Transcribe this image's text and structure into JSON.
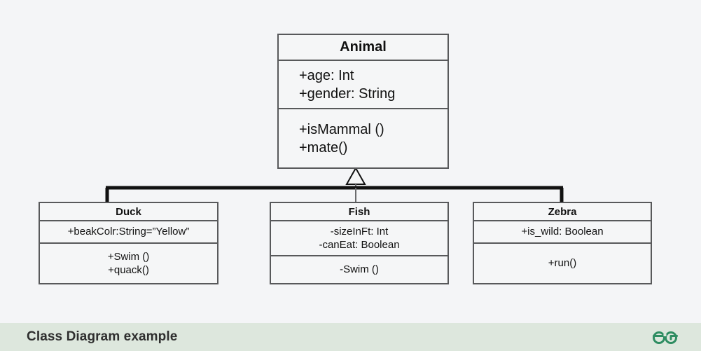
{
  "diagram": {
    "type": "uml-class-diagram",
    "title": "Class Diagram example",
    "background_color": "#f4f5f7",
    "box_border_color": "#58595b",
    "box_fill_color": "#f5f6f7",
    "relationship": "generalization",
    "classes": [
      {
        "id": "animal",
        "name": "Animal",
        "role": "superclass",
        "attributes": [
          "+age: Int",
          "+gender: String"
        ],
        "operations": [
          "+isMammal ()",
          "+mate()"
        ]
      },
      {
        "id": "duck",
        "name": "Duck",
        "role": "subclass",
        "attributes": [
          "+beakColr:String=”Yellow”"
        ],
        "operations": [
          "+Swim ()",
          "+quack()"
        ]
      },
      {
        "id": "fish",
        "name": "Fish",
        "role": "subclass",
        "attributes": [
          "-sizeInFt: Int",
          "-canEat: Boolean"
        ],
        "operations": [
          "-Swim ()"
        ]
      },
      {
        "id": "zebra",
        "name": "Zebra",
        "role": "subclass",
        "attributes": [
          "+is_wild: Boolean"
        ],
        "operations": [
          "+run()"
        ]
      }
    ]
  },
  "footer": {
    "caption": "Class Diagram example",
    "background_color": "#dde7dd",
    "logo_name": "geeksforgeeks-logo",
    "logo_color": "#2f8d62"
  }
}
